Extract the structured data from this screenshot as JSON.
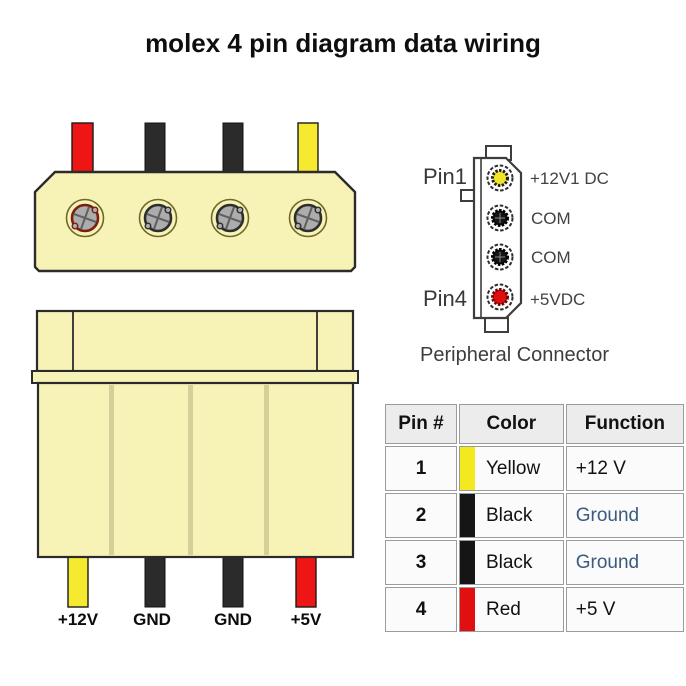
{
  "title": "molex 4 pin diagram data wiring",
  "front_view": {
    "description": "Molex 4 pin connector, front view with sockets",
    "wire_colors_top": [
      "Red",
      "Black",
      "Black",
      "Yellow"
    ]
  },
  "back_view": {
    "description": "Molex 4 pin connector, back view",
    "wire_colors_bottom": [
      "Yellow",
      "Black",
      "Black",
      "Red"
    ],
    "labels": [
      "+12V",
      "GND",
      "GND",
      "+5V"
    ]
  },
  "pin_diagram": {
    "pin_top_label": "Pin1",
    "pin_bottom_label": "Pin4",
    "pins": [
      {
        "color": "Yellow",
        "hex": "#f2e42a",
        "label": "+12V1 DC"
      },
      {
        "color": "Black",
        "hex": "#141414",
        "label": "COM"
      },
      {
        "color": "Black",
        "hex": "#141414",
        "label": "COM"
      },
      {
        "color": "Red",
        "hex": "#dd0f0f",
        "label": "+5VDC"
      }
    ],
    "caption": "Peripheral Connector"
  },
  "table": {
    "headers": [
      "Pin #",
      "Color",
      "Function"
    ],
    "rows": [
      {
        "pin": "1",
        "color": "Yellow",
        "swatch": "#f4e81f",
        "function": "+12 V"
      },
      {
        "pin": "2",
        "color": "Black",
        "swatch": "#151515",
        "function": "Ground"
      },
      {
        "pin": "3",
        "color": "Black",
        "swatch": "#151515",
        "function": "Ground"
      },
      {
        "pin": "4",
        "color": "Red",
        "swatch": "#e01010",
        "function": "+5 V"
      }
    ]
  },
  "colors": {
    "connector_body": "#f7f3b7",
    "outline": "#2b2b2b",
    "red_wire": "#ee1515",
    "black_wire": "#2b2b2b",
    "yellow_wire": "#f6ea30",
    "separator_olive": "#d5d09a",
    "table_header_bg": "#ececec",
    "link_blue": "#3b5a80"
  }
}
